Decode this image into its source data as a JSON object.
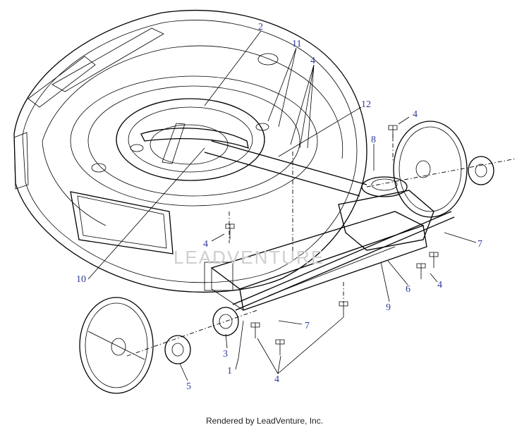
{
  "diagram": {
    "callouts": [
      "2",
      "11",
      "4",
      "12",
      "4",
      "8",
      "4",
      "7",
      "4",
      "10",
      "6",
      "4",
      "9",
      "7",
      "3",
      "1",
      "4",
      "5"
    ]
  },
  "watermark": "LEADVENTURE",
  "footer": {
    "text": "Rendered by LeadVenture, Inc."
  }
}
